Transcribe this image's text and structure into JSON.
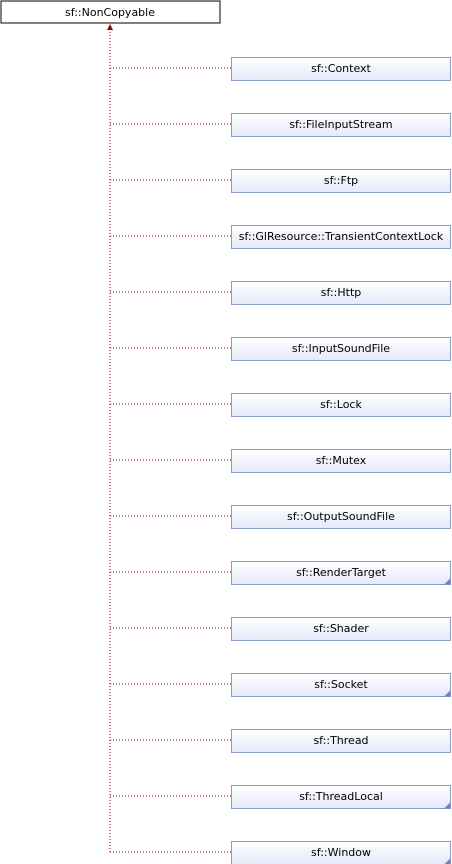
{
  "diagram": {
    "root": {
      "label": "sf::NonCopyable"
    },
    "children": [
      {
        "label": "sf::Context",
        "has_more": false
      },
      {
        "label": "sf::FileInputStream",
        "has_more": false
      },
      {
        "label": "sf::Ftp",
        "has_more": false
      },
      {
        "label": "sf::GlResource::TransientContextLock",
        "has_more": false
      },
      {
        "label": "sf::Http",
        "has_more": false
      },
      {
        "label": "sf::InputSoundFile",
        "has_more": false
      },
      {
        "label": "sf::Lock",
        "has_more": false
      },
      {
        "label": "sf::Mutex",
        "has_more": false
      },
      {
        "label": "sf::OutputSoundFile",
        "has_more": false
      },
      {
        "label": "sf::RenderTarget",
        "has_more": true
      },
      {
        "label": "sf::Shader",
        "has_more": false
      },
      {
        "label": "sf::Socket",
        "has_more": true
      },
      {
        "label": "sf::Thread",
        "has_more": false
      },
      {
        "label": "sf::ThreadLocal",
        "has_more": true
      },
      {
        "label": "sf::Window",
        "has_more": true
      }
    ],
    "colors": {
      "edge": "#9a0000",
      "node_fill_top": "#ffffff",
      "node_fill_bottom": "#e3e9f6",
      "node_border": "#8b9cc9",
      "root_border": "#000000",
      "corner_mark": "#6b88c7"
    }
  }
}
